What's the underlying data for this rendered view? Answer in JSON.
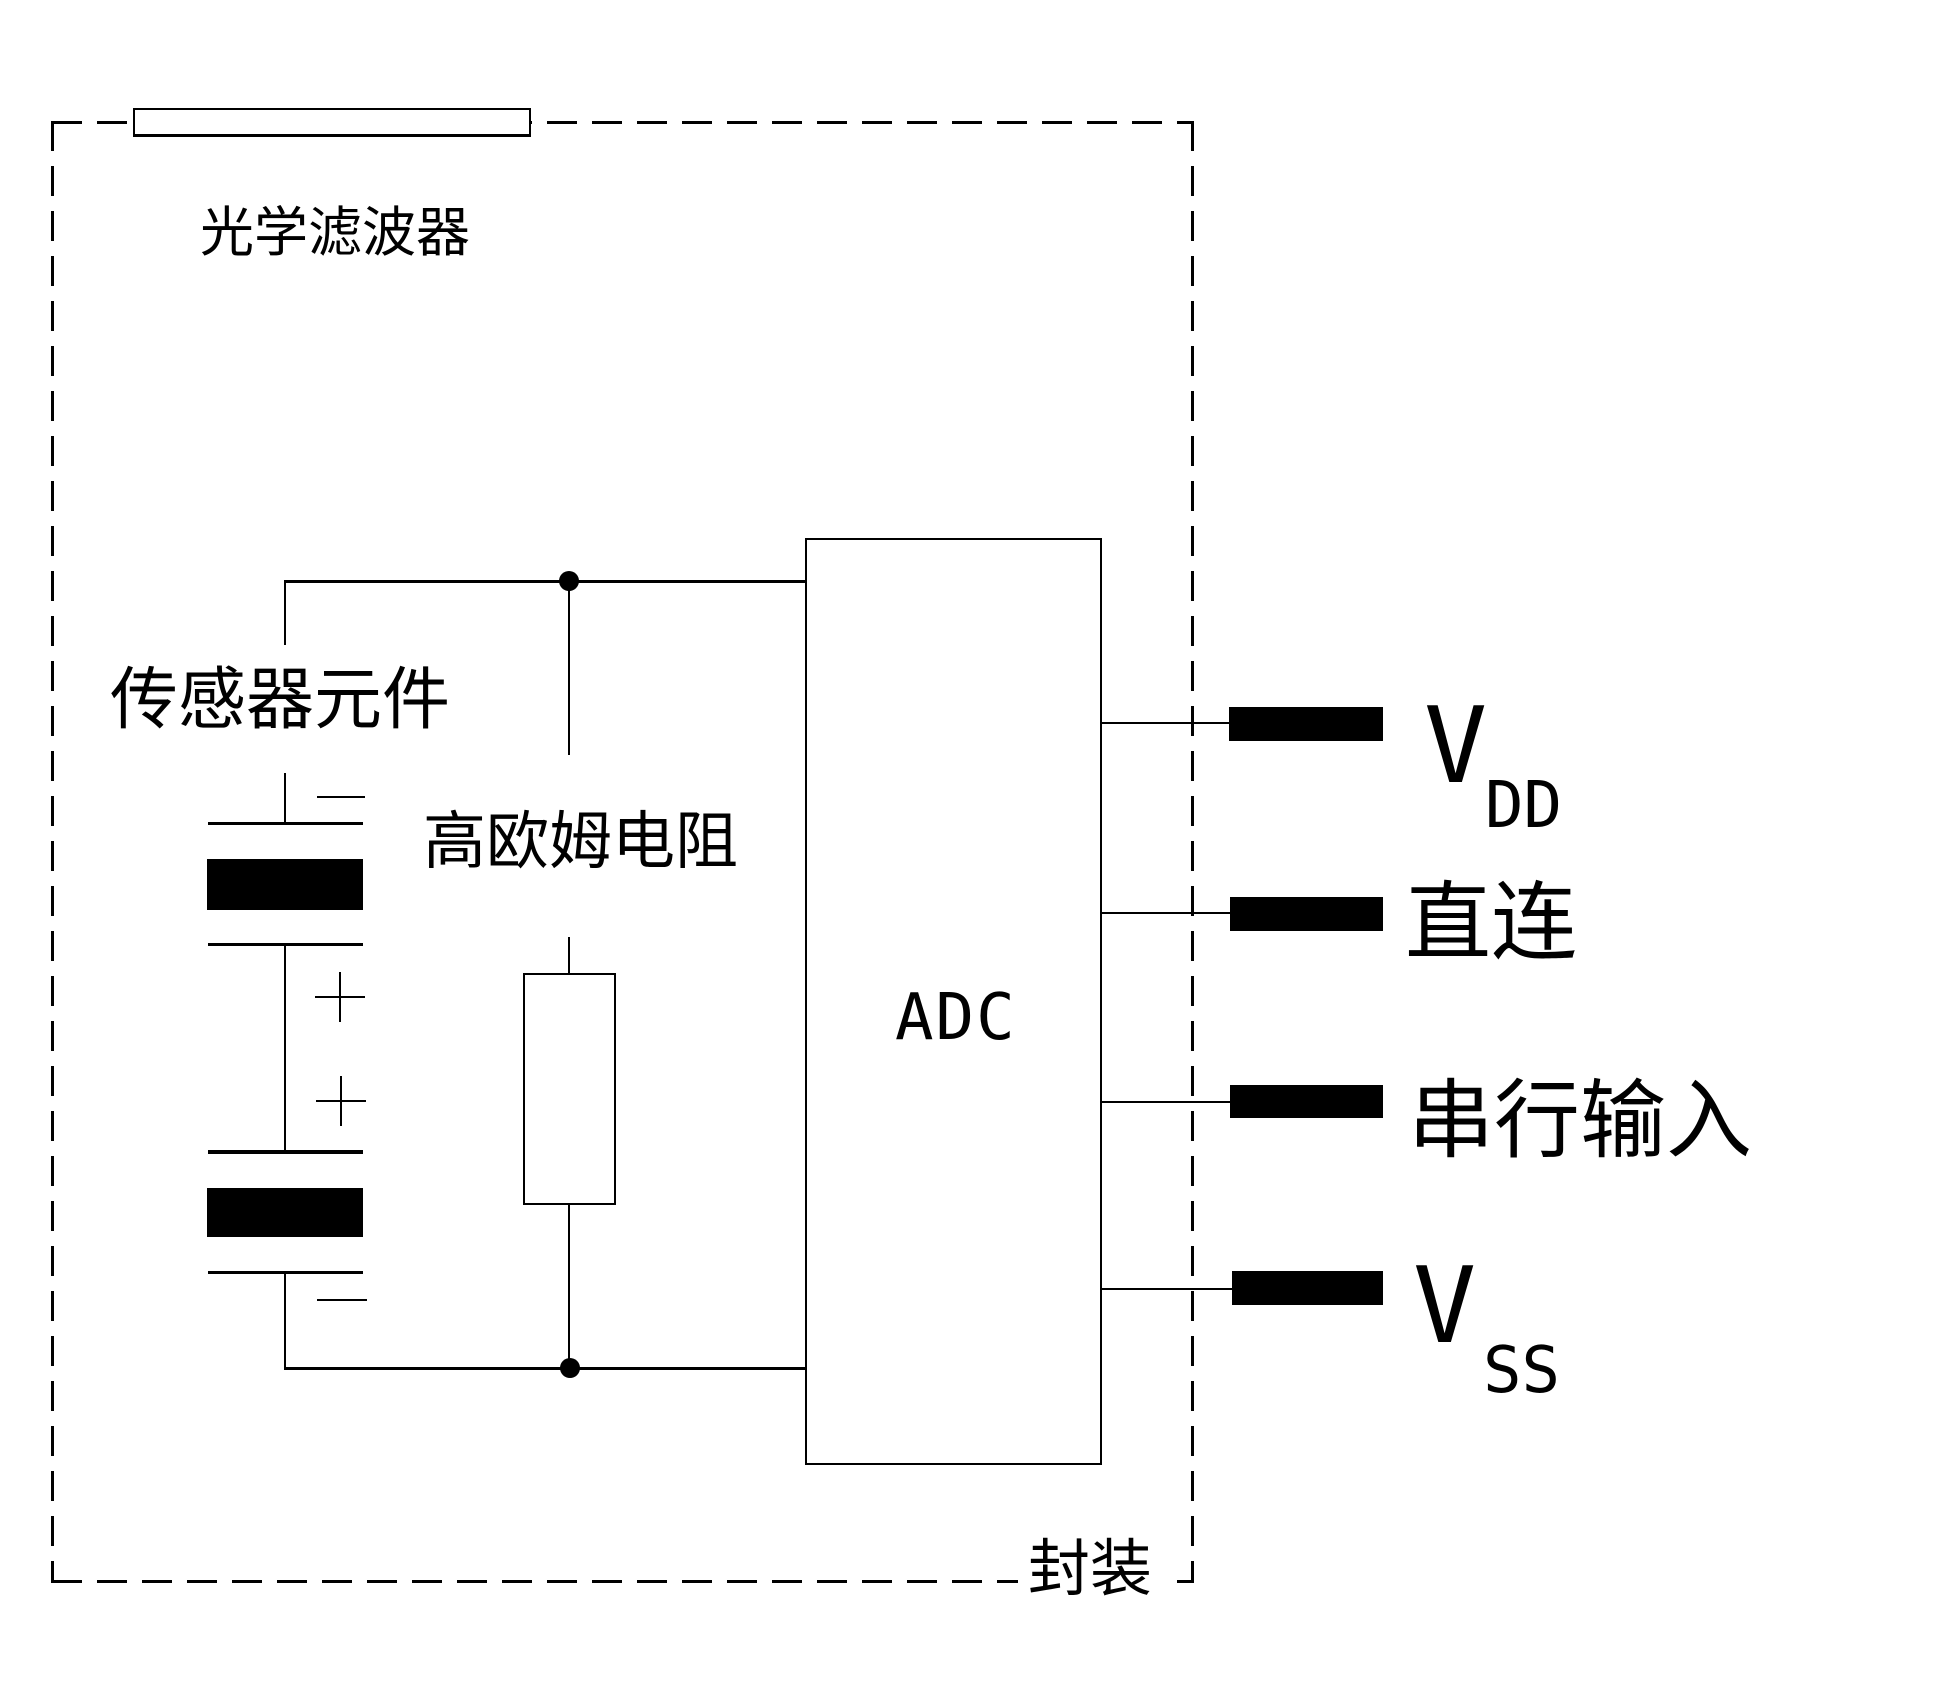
{
  "diagram": {
    "package_label": "封装",
    "optical_filter_label": "光学滤波器",
    "sensor_label": "传感器元件",
    "resistor_label": "高欧姆电阻",
    "adc_label": "ADC"
  },
  "sensor_symbols": {
    "top_polarity": "−",
    "mid_polarity_1": "+",
    "mid_polarity_2": "+",
    "bottom_polarity": "−"
  },
  "pins": [
    {
      "id": "vdd",
      "main": "V",
      "sub": "DD"
    },
    {
      "id": "direct",
      "main": "直连",
      "sub": ""
    },
    {
      "id": "serial-input",
      "main": "串行输入",
      "sub": ""
    },
    {
      "id": "vss",
      "main": "V",
      "sub": "SS"
    }
  ],
  "colors": {
    "line": "#000000",
    "fill": "#000000",
    "background": "#ffffff"
  }
}
